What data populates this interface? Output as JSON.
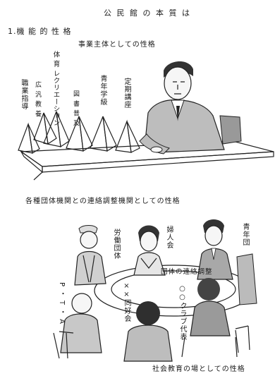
{
  "header": {
    "title": "公 民 館 の 本 質 は"
  },
  "section1": {
    "heading": "1.機 能 的 性 格",
    "subtitle": "事業主体としての性格",
    "pyramid_labels": [
      "職業指導",
      "広 汎 教 養",
      "体 育 レクリエーション",
      "図 書 普 及",
      "青年学級",
      "定期講座"
    ]
  },
  "section2": {
    "caption": "各種団体機関との連絡調整機関としての性格",
    "people_labels": [
      "労働団体",
      "婦人会",
      "青年団",
      "P・T・A",
      "××同好会",
      "○○クラブ代表"
    ],
    "table_label": "団体の連絡調整"
  },
  "footer": {
    "caption": "社会教育の場としての性格"
  }
}
